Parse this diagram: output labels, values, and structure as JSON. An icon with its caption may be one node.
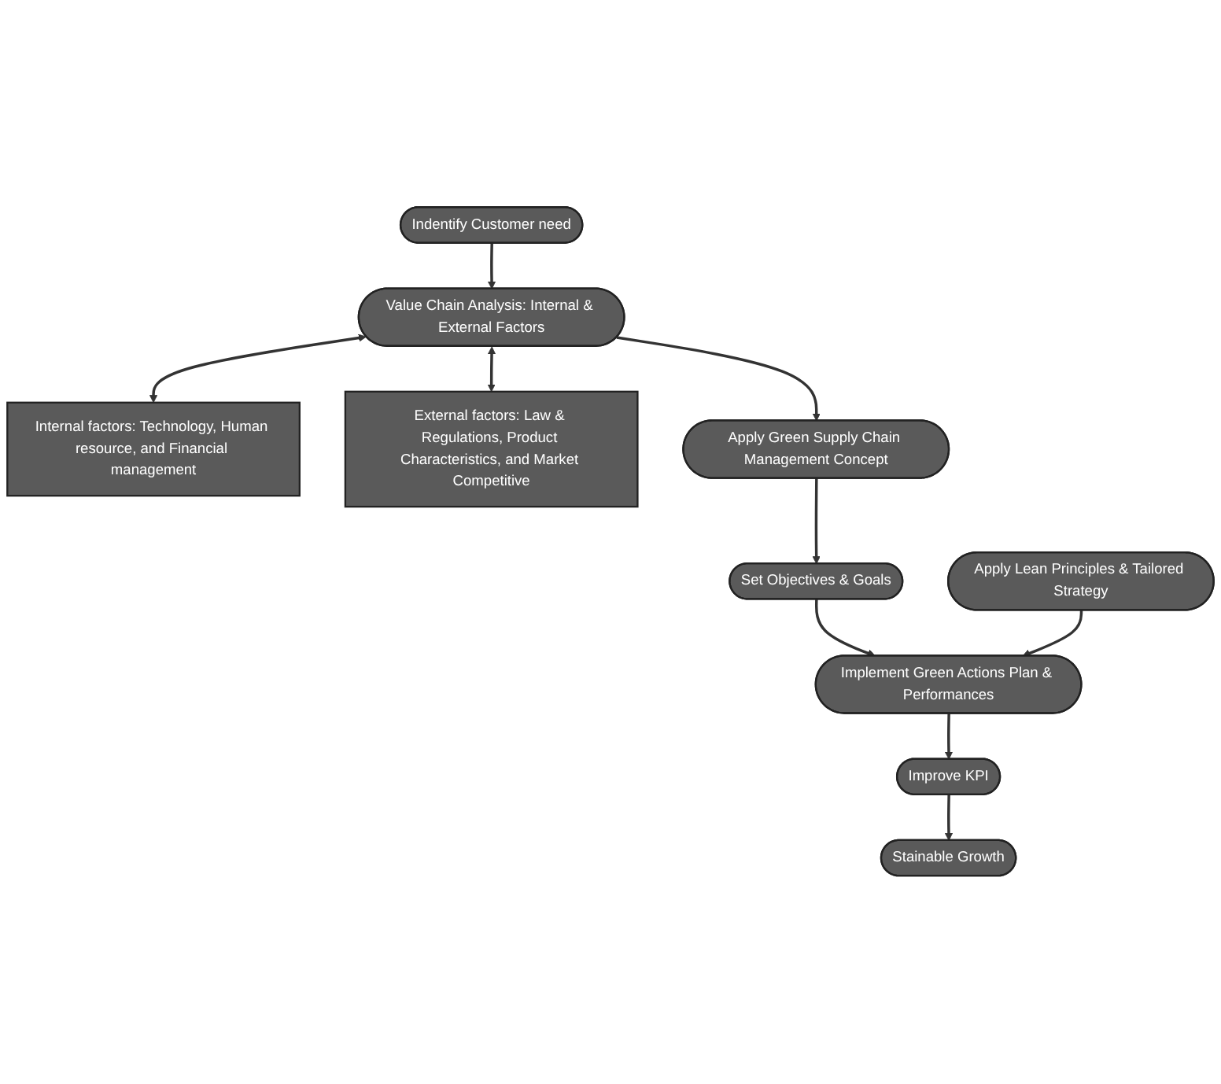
{
  "diagram": {
    "nodes": [
      {
        "text": [
          "Indentify Customer need"
        ]
      },
      {
        "text": [
          "Value Chain Analysis: Internal & External Factors"
        ]
      },
      {
        "text": [
          "Internal factors: Technology, Human resource, and Financial management"
        ]
      },
      {
        "text": [
          "External factors: Law & Regulations, Product Characteristics, and Market Competitive"
        ]
      },
      {
        "text": [
          "Apply Green Supply Chain Management Concept"
        ]
      },
      {
        "text": [
          "Set Objectives & Goals"
        ]
      },
      {
        "text": [
          "Apply Lean Principles & Tailored Strategy"
        ]
      },
      {
        "text": [
          "Implement Green Actions Plan & Performances"
        ]
      },
      {
        "text": [
          "Improve KPI"
        ]
      },
      {
        "text": [
          "Stainable Growth"
        ]
      }
    ],
    "edges": [
      {
        "from": 0,
        "to": 1,
        "arrow": "to"
      },
      {
        "from": 1,
        "to": 2,
        "arrow": "both"
      },
      {
        "from": 1,
        "to": 3,
        "arrow": "both"
      },
      {
        "from": 1,
        "to": 4,
        "arrow": "to"
      },
      {
        "from": 4,
        "to": 5,
        "arrow": "to"
      },
      {
        "from": 5,
        "to": 7,
        "arrow": "to"
      },
      {
        "from": 6,
        "to": 7,
        "arrow": "to"
      },
      {
        "from": 7,
        "to": 8,
        "arrow": "to"
      },
      {
        "from": 8,
        "to": 9,
        "arrow": "to"
      }
    ]
  }
}
